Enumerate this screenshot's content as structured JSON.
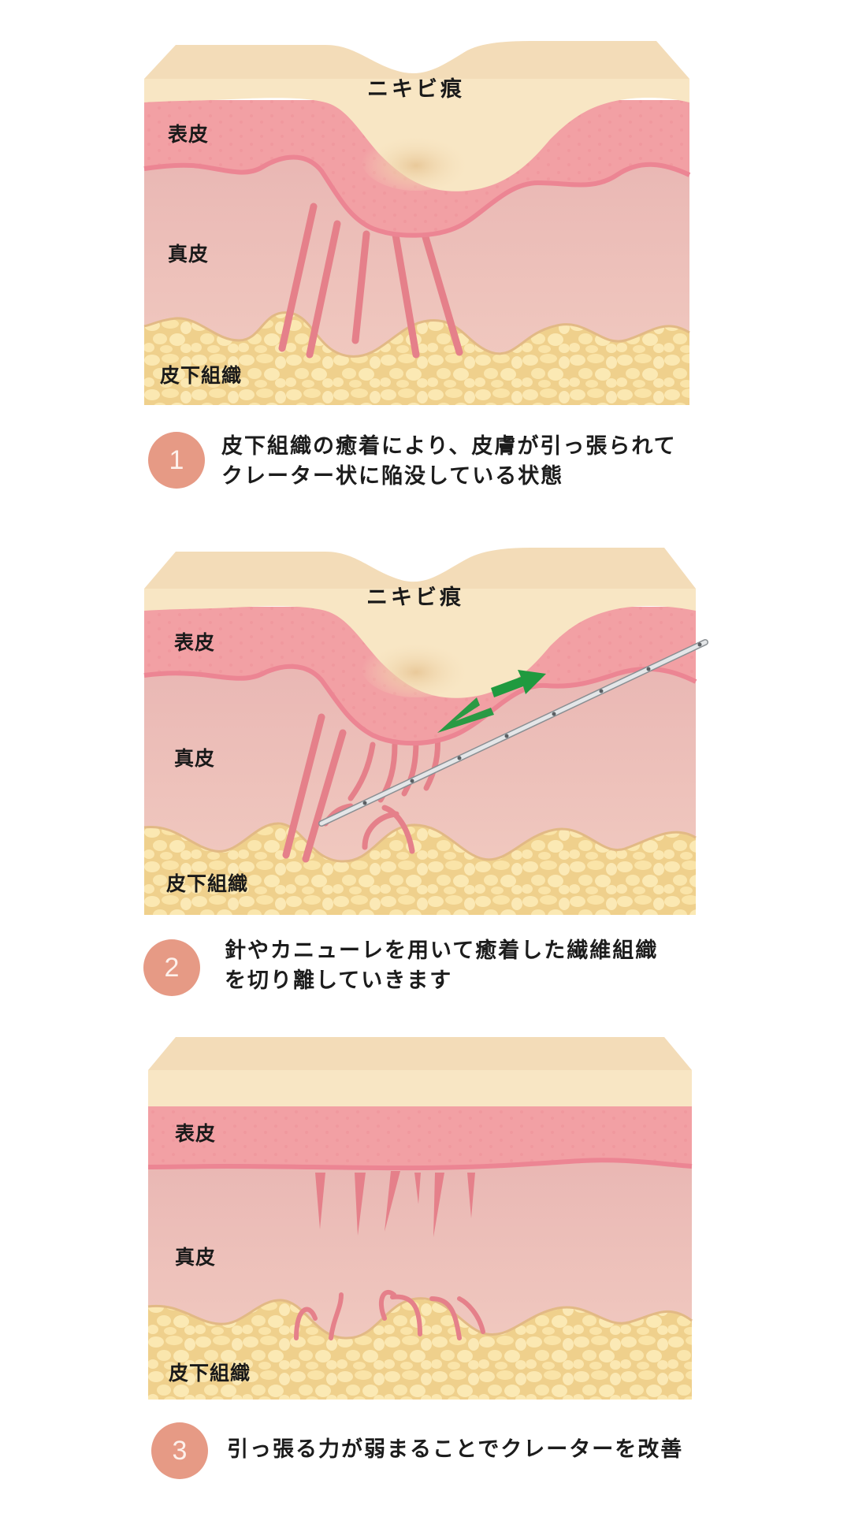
{
  "panels": [
    {
      "title": "ニキビ痕",
      "labels": {
        "epidermis": "表皮",
        "dermis": "真皮",
        "subcutis": "皮下組織"
      }
    },
    {
      "title": "ニキビ痕",
      "labels": {
        "epidermis": "表皮",
        "dermis": "真皮",
        "subcutis": "皮下組織"
      },
      "tool": "needle-cannula",
      "arrows": "green-double-arrow"
    },
    {
      "labels": {
        "epidermis": "表皮",
        "dermis": "真皮",
        "subcutis": "皮下組織"
      }
    }
  ],
  "steps": [
    {
      "number": "1",
      "lines": [
        "皮下組織の癒着により、皮膚が引っ張られて",
        "クレーター状に陥没している状態"
      ]
    },
    {
      "number": "2",
      "lines": [
        "針やカニューレを用いて癒着した繊維組織",
        "を切り離していきます"
      ]
    },
    {
      "number": "3",
      "lines": [
        "引っ張る力が弱まることでクレーターを改善"
      ]
    }
  ],
  "colors": {
    "surface_top": "#f3dcb8",
    "surface_front": "#f8e6c4",
    "epidermis": "#f2a0a4",
    "basal_line": "#ec8593",
    "dermis": "#ecc0bb",
    "fat_bg": "#f0d391",
    "fat_cell": "#fbe7b0",
    "fiber": "#e5808a",
    "step_circle": "#e69a85",
    "arrow_green": "#1f9a3f"
  }
}
